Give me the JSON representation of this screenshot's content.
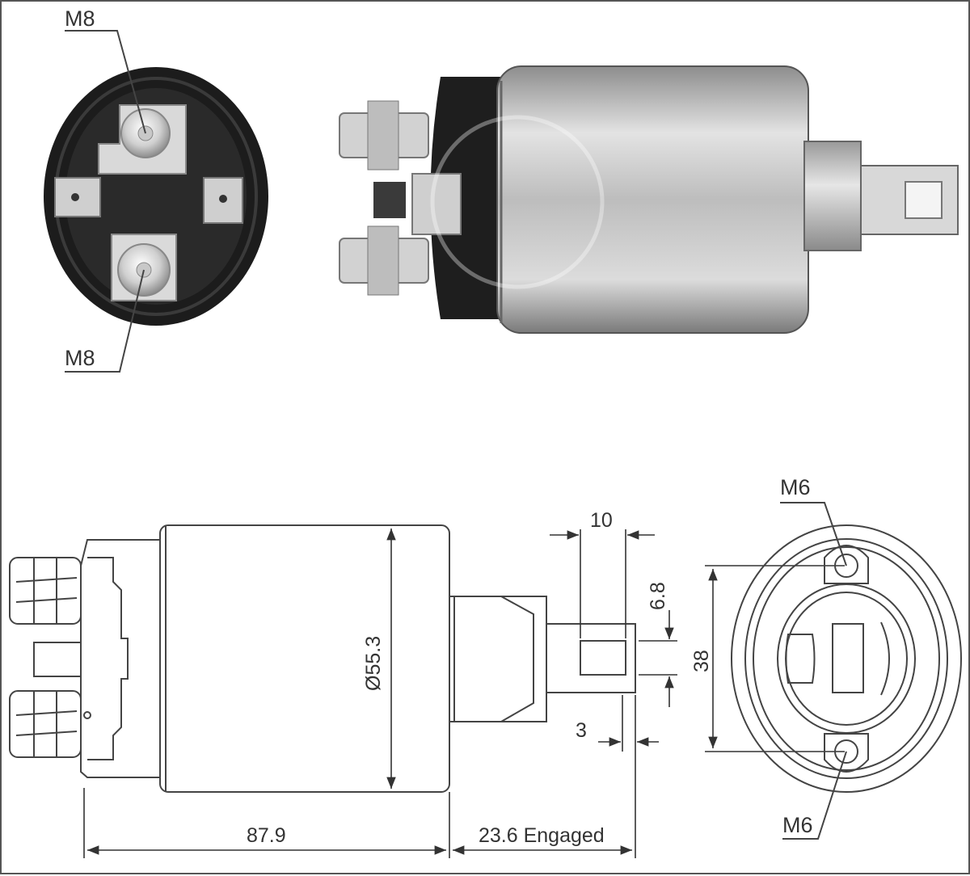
{
  "labels": {
    "top_terminal_upper": "M8",
    "top_terminal_lower": "M8",
    "mount_hole_upper": "M6",
    "mount_hole_lower": "M6"
  },
  "dimensions": {
    "body_length": "87.9",
    "plunger_travel": "23.6 Engaged",
    "body_diameter": "Ø55.3",
    "tab_width": "10",
    "slot_height": "6.8",
    "mount_spacing": "38",
    "tab_offset": "3"
  },
  "colors": {
    "line": "#444444",
    "dark_cap": "#1e1e1e",
    "metal_light": "#d6d6d6",
    "metal_mid": "#9d9d9d",
    "metal_dark": "#6f6f6f"
  }
}
